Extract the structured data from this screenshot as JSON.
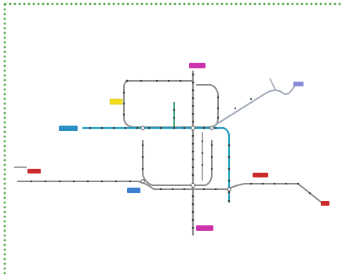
{
  "map": {
    "colors": {
      "frame": "#49a63e",
      "main_line": "#8a8a8a",
      "blue_line": "#1a9bbd",
      "station": "#333333"
    },
    "badges": [
      {
        "id": "north-terminal",
        "color": "#cc33aa",
        "text": ""
      },
      {
        "id": "loop-west-terminal",
        "color": "#f2dc1d",
        "text": ""
      },
      {
        "id": "blue-west-terminal",
        "color": "#2a8fc4",
        "text": ""
      },
      {
        "id": "southwest-blue-terminal",
        "color": "#3a7fd0",
        "text": ""
      },
      {
        "id": "far-west-terminal",
        "color": "#cc2a2a",
        "text": ""
      },
      {
        "id": "east-red-terminal",
        "color": "#cc2a2a",
        "text": ""
      },
      {
        "id": "far-east-terminal",
        "color": "#cc2a2a",
        "text": ""
      },
      {
        "id": "south-terminal",
        "color": "#cc33aa",
        "text": ""
      },
      {
        "id": "northeast-terminal",
        "color": "#8a8ad6",
        "text": ""
      }
    ]
  }
}
